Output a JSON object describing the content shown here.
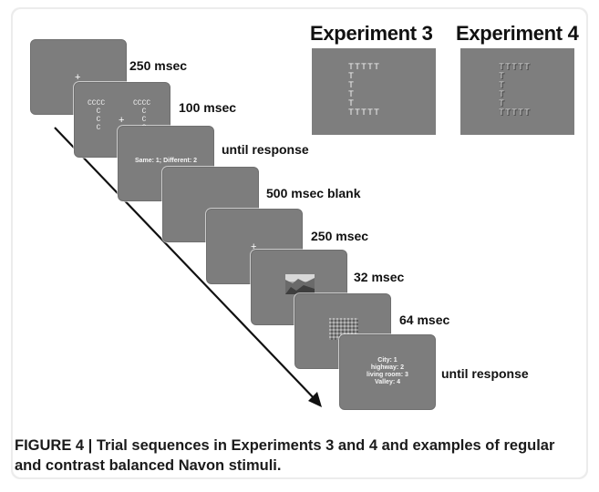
{
  "experiment_headers": [
    "Experiment 3",
    "Experiment 4"
  ],
  "exp3_stimulus": "TTTTT\nT\nT\nT\nT\nTTTTT",
  "exp4_stimulus": "TTTTT\nT\nT\nT\nT\nTTTTT",
  "sequence": [
    {
      "duration": "250 msec",
      "content": "+"
    },
    {
      "duration": "100 msec",
      "navon_left": "CCCC\n  C\n  C\n  C",
      "navon_right": "CCCC\n  C\n  C\n  C",
      "fixation": "+"
    },
    {
      "duration": "until response",
      "prompt": "Same: 1; Different: 2"
    },
    {
      "duration": "500 msec blank"
    },
    {
      "duration": "250 msec",
      "content": "+"
    },
    {
      "duration": "32 msec"
    },
    {
      "duration": "64 msec"
    },
    {
      "duration": "until response",
      "response_options": [
        "City: 1",
        "highway: 2",
        "living room: 3",
        "Valley: 4"
      ]
    }
  ],
  "caption": "FIGURE 4 | Trial sequences in Experiments 3 and 4 and examples of regular and contrast balanced Navon stimuli.",
  "colors": {
    "screen": "#7d7d7d",
    "text": "#111111",
    "arrow": "#111111"
  }
}
